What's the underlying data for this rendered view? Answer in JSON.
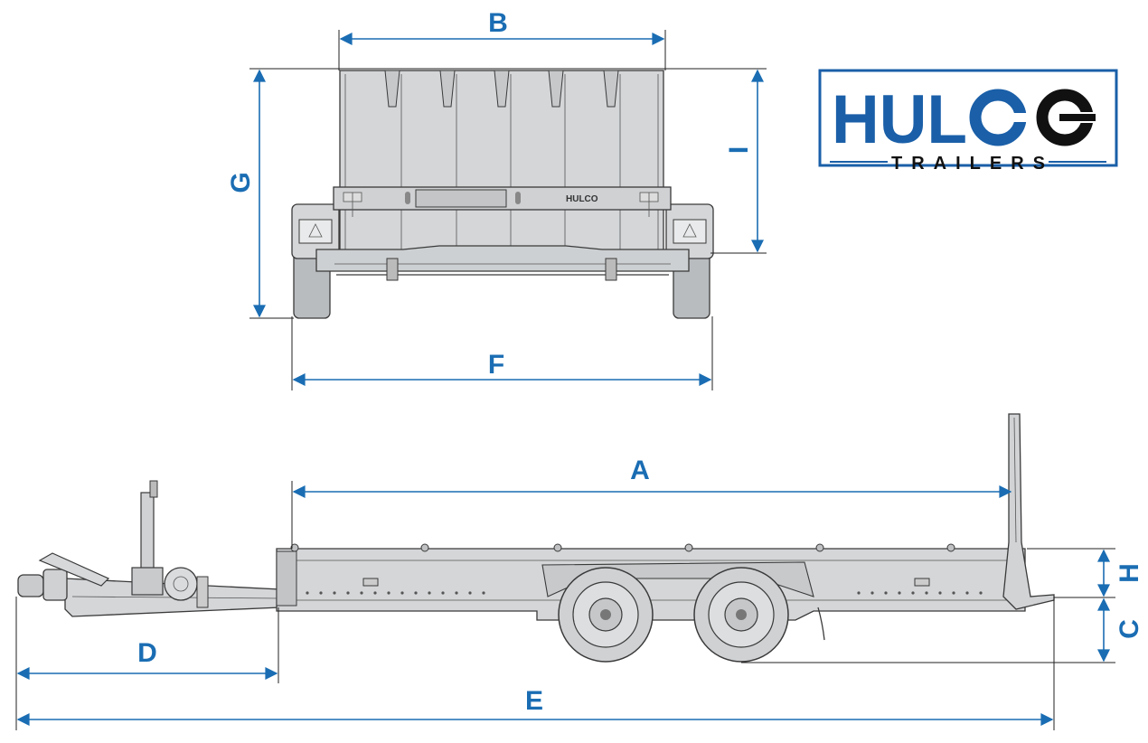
{
  "logo": {
    "brand": "HULCO",
    "brand_part": "HUL",
    "subtitle": "TRAILERS",
    "plate_text": "HULCO",
    "color": "#1a5fa8"
  },
  "colors": {
    "dimension": "#1a6db3",
    "trailer_body": "#d4d6d8",
    "outline": "#3a3a3a"
  },
  "dimensions": {
    "A": "A",
    "B": "B",
    "C": "C",
    "D": "D",
    "E": "E",
    "F": "F",
    "G": "G",
    "H": "H",
    "I": "I"
  }
}
